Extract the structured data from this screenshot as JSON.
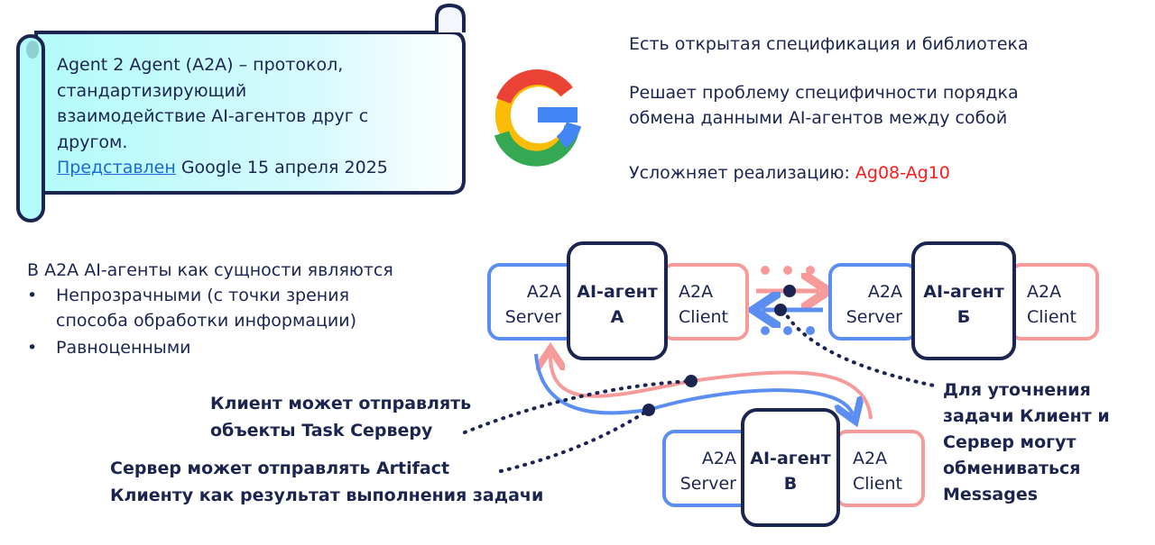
{
  "scroll": {
    "line1": "Agent 2 Agent (A2A) – протокол,",
    "line2": "стандартизирующий",
    "line3": "взаимодействие AI-агентов друг с",
    "line4": "другом.",
    "link": "Представлен",
    "line5_rest": " Google 15 апреля 2025"
  },
  "logo": "google-g-logo",
  "right_points": {
    "p1": "Есть открытая спецификация и библиотека",
    "p2a": "Решает проблему специфичности порядка",
    "p2b": "обмена данными AI-агентов между собой",
    "p3": "Усложняет реализацию: ",
    "p3_highlight": "Ag08-Ag10",
    "highlight_color": "#ff1a1a"
  },
  "left_list": {
    "intro": "В A2A AI-агенты как сущности являются",
    "items": [
      "Непрозрачными (с точки зрения",
      "способа обработки информации)",
      "Равноценными"
    ]
  },
  "agents": [
    {
      "server": [
        "A2A",
        "Server"
      ],
      "name": "AI-агент",
      "letter": "А",
      "client": [
        "A2A",
        "Client"
      ]
    },
    {
      "server": [
        "A2A",
        "Server"
      ],
      "name": "AI-агент",
      "letter": "Б",
      "client": [
        "A2A",
        "Client"
      ]
    },
    {
      "server": [
        "A2A",
        "Server"
      ],
      "name": "AI-агент",
      "letter": "В",
      "client": [
        "A2A",
        "Client"
      ]
    }
  ],
  "annotations": {
    "task": [
      "Клиент может отправлять",
      "объекты Task Серверу"
    ],
    "artifact": [
      "Сервер может отправлять Artifact",
      "Клиенту как результат выполнения задачи"
    ],
    "messages": [
      "Для уточнения",
      "задачи Клиент и",
      "Сервер могут",
      "обмениваться",
      "Messages"
    ]
  },
  "colors": {
    "server": "#5b8ef0",
    "client": "#f79a9a",
    "dark": "#1b2550",
    "link": "#1a6ad6"
  }
}
